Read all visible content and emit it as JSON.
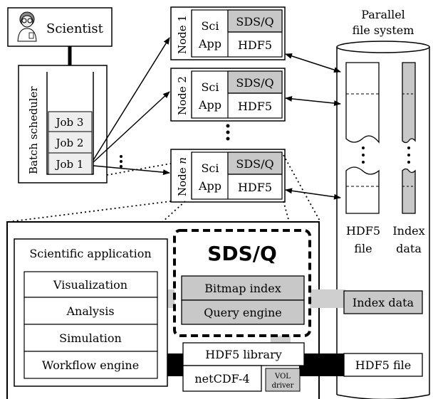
{
  "scientist": {
    "label": "Scientist"
  },
  "scheduler": {
    "label": "Batch scheduler",
    "jobs": [
      "Job 3",
      "Job 2",
      "Job 1"
    ]
  },
  "nodes": [
    {
      "label": "Node 1",
      "app_line1": "Sci",
      "app_line2": "App",
      "sdsq": "SDS/Q",
      "hdf5": "HDF5"
    },
    {
      "label": "Node 2",
      "app_line1": "Sci",
      "app_line2": "App",
      "sdsq": "SDS/Q",
      "hdf5": "HDF5"
    },
    {
      "label_prefix": "Node ",
      "label_var": "n",
      "app_line1": "Sci",
      "app_line2": "App",
      "sdsq": "SDS/Q",
      "hdf5": "HDF5"
    }
  ],
  "pfs": {
    "title_line1": "Parallel",
    "title_line2": "file system",
    "hdf5_file_line1": "HDF5",
    "hdf5_file_line2": "file",
    "index_data_line1": "Index",
    "index_data_line2": "data"
  },
  "detail": {
    "sci_app_title": "Scientific application",
    "sci_app_items": [
      "Visualization",
      "Analysis",
      "Simulation",
      "Workflow engine"
    ],
    "sdsq_title": "SDS/Q",
    "bitmap_index": "Bitmap index",
    "query_engine": "Query engine",
    "index_data": "Index data",
    "hdf5_library": "HDF5 library",
    "netcdf4": "netCDF-4",
    "vol_line1": "VOL",
    "vol_line2": "driver",
    "hdf5_file": "HDF5 file"
  },
  "colors": {
    "gray_fill": "#c8c8c8",
    "connector_gray": "#cfcfcf",
    "black": "#000000"
  }
}
